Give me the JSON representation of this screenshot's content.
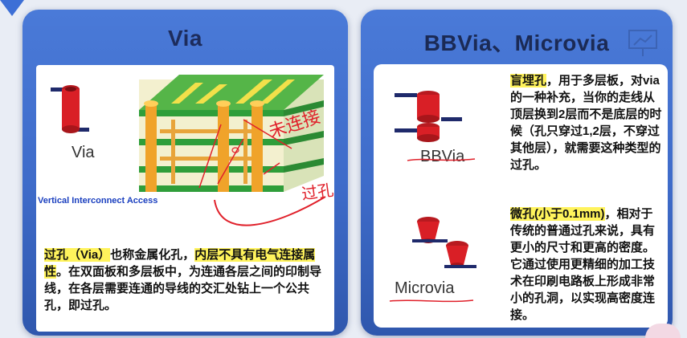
{
  "left_panel": {
    "title": "Via",
    "via_label": "Via",
    "caption": "Vertical Interconnect Access",
    "handwriting_1": "未连接",
    "handwriting_2": "过孔",
    "description": {
      "part1": "过孔（Via）",
      "part2": "也称金属化孔，",
      "part3": "内层不具有电气连接属性",
      "part4": "。在双面板和多层板中，为连通各层之间的印制导线，在各层需要连通的导线的交汇处钻上一个公共孔，即过孔。"
    }
  },
  "right_panel": {
    "title": "BBVia、Microvia",
    "bbvia_label": "BBVia",
    "microvia_label": "Microvia",
    "bbvia_text": {
      "highlight": "盲埋孔",
      "rest": "，用于多层板，对via的一种补充，当你的走线从顶层换到2层而不是底层的时候（孔只穿过1,2层，不穿过其他层），就需要这种类型的过孔。"
    },
    "microvia_text": {
      "highlight": "微孔(小于0.1mm)",
      "rest": "，相对于传统的普通过孔来说，具有更小的尺寸和更高的密度。它通过使用更精细的加工技术在印刷电路板上形成非常小的孔洞，以实现高密度连接。"
    }
  },
  "colors": {
    "panel_blue": "#3e6bc9",
    "highlight_yellow": "#fff35c",
    "via_red": "#d91f26",
    "annotation_red": "#e0202a"
  }
}
